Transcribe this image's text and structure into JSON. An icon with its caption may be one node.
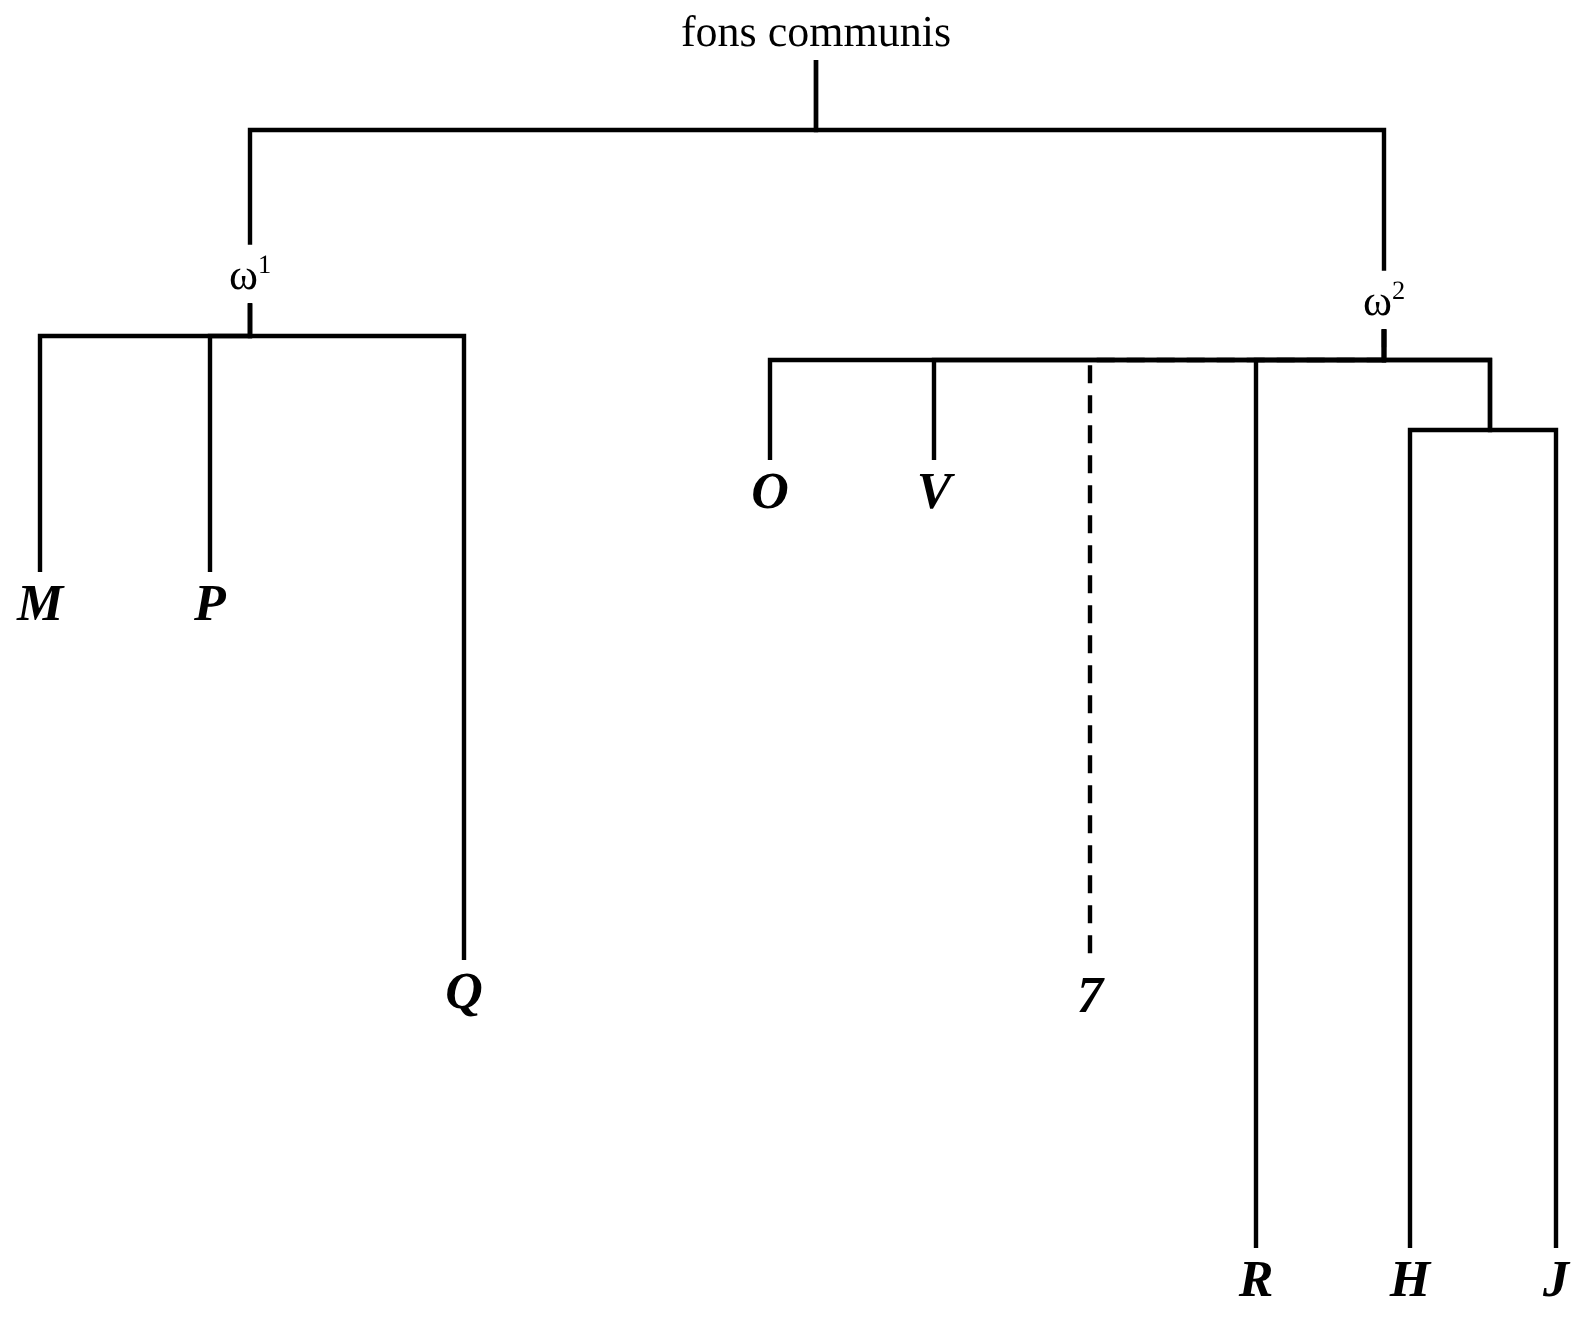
{
  "diagram": {
    "nodes": [
      {
        "text": [
          "fons communis"
        ]
      },
      {
        "text": [
          "ω$^{1}$"
        ]
      },
      {
        "text": [
          "ω$^{2}$"
        ]
      },
      {
        "text": [
          "M"
        ]
      },
      {
        "text": [
          "P"
        ]
      },
      {
        "text": [
          "Q"
        ]
      },
      {
        "text": [
          "O"
        ]
      },
      {
        "text": [
          "V"
        ]
      },
      {
        "text": [
          "7"
        ]
      },
      {
        "text": [
          "R"
        ]
      },
      {
        "text": [
          "H"
        ]
      },
      {
        "text": [
          "J"
        ]
      }
    ],
    "edges": [
      {
        "from": 0,
        "to": 1,
        "arrow": "none"
      },
      {
        "from": 0,
        "to": 2,
        "arrow": "none"
      },
      {
        "from": 1,
        "to": 3,
        "arrow": "none"
      },
      {
        "from": 1,
        "to": 4,
        "arrow": "none"
      },
      {
        "from": 1,
        "to": 5,
        "arrow": "none"
      },
      {
        "from": 2,
        "to": 6,
        "arrow": "none"
      },
      {
        "from": 2,
        "to": 7,
        "arrow": "none"
      },
      {
        "from": 2,
        "to": 8,
        "arrow": "none",
        "style": "dashed"
      },
      {
        "from": 2,
        "to": 9,
        "arrow": "none"
      },
      {
        "from": 2,
        "to": 10,
        "arrow": "none"
      },
      {
        "from": 2,
        "to": 11,
        "arrow": "none"
      }
    ]
  }
}
